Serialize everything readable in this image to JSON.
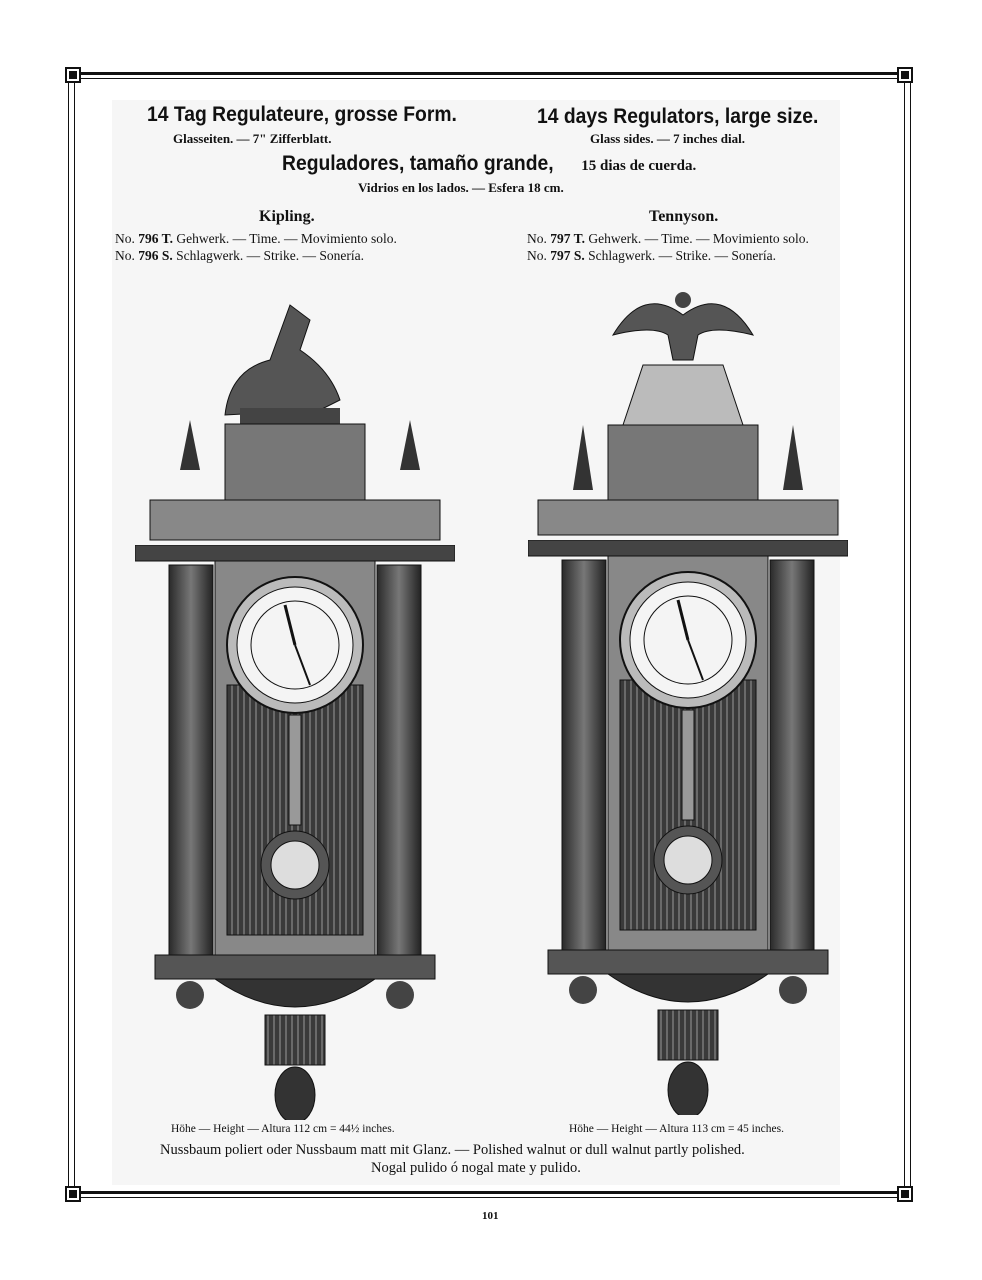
{
  "header": {
    "de_title": "14 Tag Regulateure, grosse Form.",
    "de_sub": "Glasseiten. — 7\" Zifferblatt.",
    "en_title": "14 days Regulators, large size.",
    "en_sub": "Glass sides. — 7 inches dial.",
    "es_title": "Reguladores, tamaño grande,",
    "es_title_small": "15 dias de cuerda.",
    "es_sub": "Vidrios en los lados. — Esfera 18 cm."
  },
  "models": [
    {
      "name": "Kipling.",
      "rows": [
        {
          "no": "No.",
          "num": "796 T.",
          "desc": "Gehwerk. — Time. — Movimiento solo."
        },
        {
          "no": "No.",
          "num": "796 S.",
          "desc": "Schlagwerk. — Strike. — Sonería."
        }
      ],
      "height": "Höhe — Height — Altura 112 cm = 44½ inches."
    },
    {
      "name": "Tennyson.",
      "rows": [
        {
          "no": "No.",
          "num": "797 T.",
          "desc": "Gehwerk. — Time. — Movimiento solo."
        },
        {
          "no": "No.",
          "num": "797 S.",
          "desc": "Schlagwerk. — Strike. — Sonería."
        }
      ],
      "height": "Höhe — Height — Altura 113 cm = 45 inches."
    }
  ],
  "footer": {
    "finish_line1": "Nussbaum poliert oder Nussbaum matt mit Glanz. — Polished walnut or dull walnut partly polished.",
    "finish_line2": "Nogal pulido ó nogal mate y pulido.",
    "page_number": "101"
  }
}
